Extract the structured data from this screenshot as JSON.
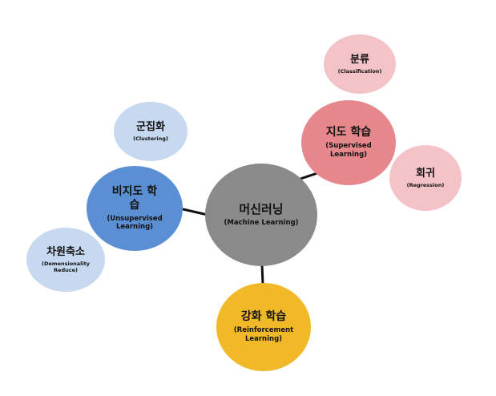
{
  "nodes": {
    "center": {
      "title": "머신러닝",
      "subtitle": "(Machine Learning)",
      "color": "#8a8a8a"
    },
    "supervised": {
      "title": "지도 학습",
      "subtitle": "(Supervised Learning)",
      "color": "#e5878b"
    },
    "unsupervised": {
      "title": "비지도 학습",
      "subtitle": "(Unsupervised Learning)",
      "color": "#5b8fd4"
    },
    "reinforcement": {
      "title": "강화 학습",
      "subtitle": "(Reinforcement Learning)",
      "color": "#f1b928"
    },
    "classification": {
      "title": "분류",
      "subtitle": "(Classification)",
      "color": "#f3c3c7"
    },
    "regression": {
      "title": "회귀",
      "subtitle": "(Regression)",
      "color": "#f3c3c7"
    },
    "clustering": {
      "title": "군집화",
      "subtitle": "(Clustering)",
      "color": "#c6d9f0"
    },
    "dimreduce": {
      "title": "차원축소",
      "subtitle": "(Demensionality Reduce)",
      "color": "#c6d9f0"
    }
  },
  "edge_color": "#111111"
}
